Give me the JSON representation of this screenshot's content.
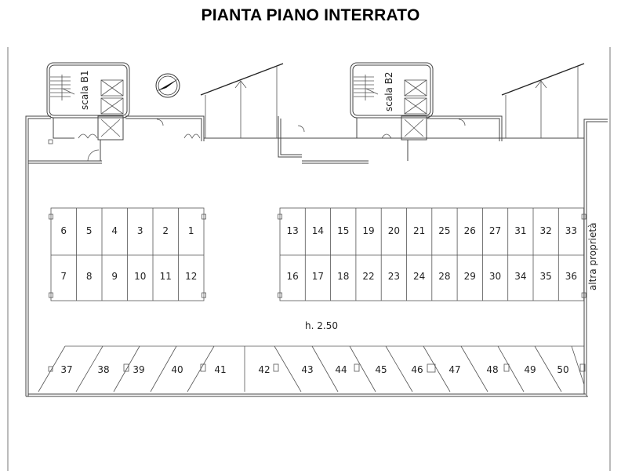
{
  "title": "PIANTA PIANO INTERRATO",
  "stairs": {
    "b1": "scala B1",
    "b2": "scala B2"
  },
  "height_label": "h. 2.50",
  "side_label": "altra proprietà",
  "spaces": {
    "left_top": [
      "6",
      "5",
      "4",
      "3",
      "2",
      "1"
    ],
    "left_bottom": [
      "7",
      "8",
      "9",
      "10",
      "11",
      "12"
    ],
    "right_top": [
      "13",
      "14",
      "15",
      "19",
      "20",
      "21",
      "25",
      "26",
      "27",
      "31",
      "32",
      "33"
    ],
    "right_bottom": [
      "16",
      "17",
      "18",
      "22",
      "23",
      "24",
      "28",
      "29",
      "30",
      "34",
      "35",
      "36"
    ],
    "bottom_row": [
      "37",
      "38",
      "39",
      "40",
      "41",
      "42",
      "43",
      "44",
      "45",
      "46",
      "47",
      "48",
      "49",
      "50"
    ]
  }
}
